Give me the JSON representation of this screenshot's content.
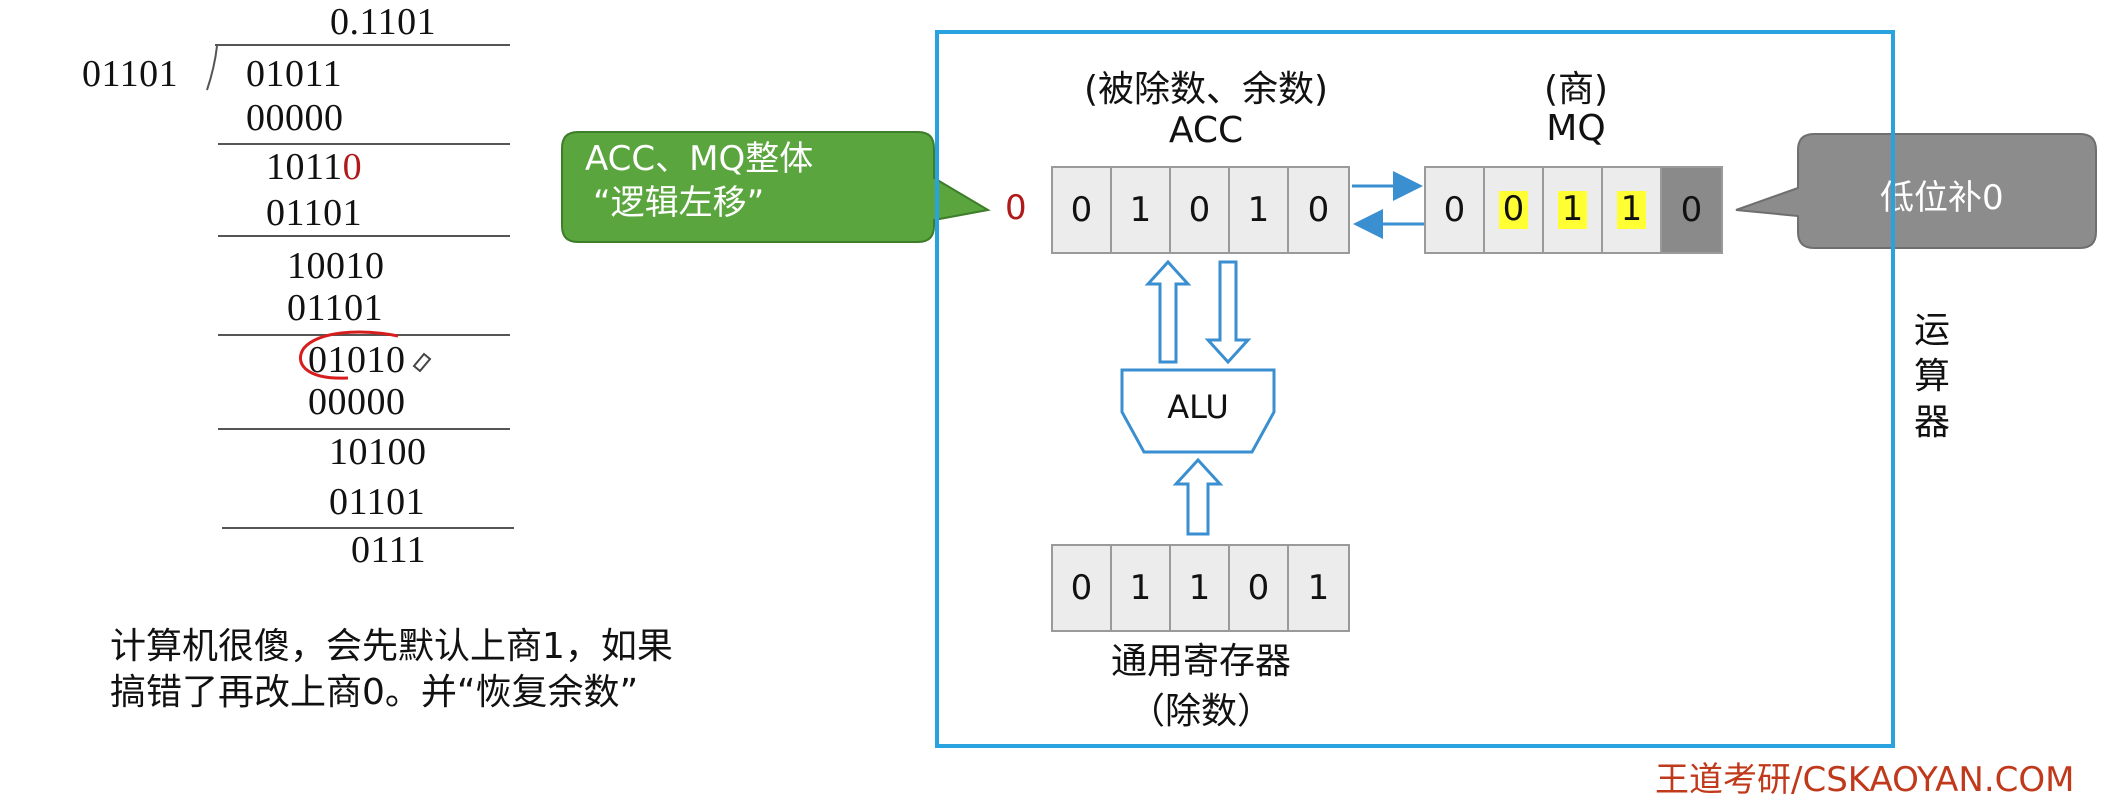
{
  "division": {
    "quotient": "0.1101",
    "divisor": "01101",
    "lines": [
      {
        "text": "01011"
      },
      {
        "text": "00000"
      },
      {
        "text": "1011",
        "red": "0"
      },
      {
        "text": "01101"
      },
      {
        "text": "10010"
      },
      {
        "text": "01101"
      },
      {
        "text": "01010"
      },
      {
        "text": "00000"
      },
      {
        "text": "10100"
      },
      {
        "text": "01101"
      },
      {
        "text": "0111"
      }
    ]
  },
  "note": {
    "line1": "计算机很傻，会先默认上商1，如果",
    "line2": "搞错了再改上商0。并“恢复余数”"
  },
  "callouts": {
    "left_line1": "ACC、MQ整体",
    "left_line2": "“逻辑左移”",
    "right": "低位补0"
  },
  "acc": {
    "caption": "(被除数、余数)",
    "name": "ACC",
    "shifted_bit": "0",
    "bits": [
      "0",
      "1",
      "0",
      "1",
      "0"
    ]
  },
  "mq": {
    "caption": "(商)",
    "name": "MQ",
    "bits": [
      "0",
      "0",
      "1",
      "1",
      "0"
    ],
    "highlighted": [
      1,
      2,
      3
    ],
    "dark": [
      4
    ]
  },
  "alu": {
    "label": "ALU"
  },
  "gpr": {
    "bits": [
      "0",
      "1",
      "1",
      "0",
      "1"
    ],
    "name": "通用寄存器",
    "caption": "（除数）"
  },
  "unit_label": "运算器",
  "watermark": "王道考研/CSKAOYAN.COM",
  "colors": {
    "frame": "#29a3e0",
    "arrow": "#3a8fd0",
    "green_callout": "#5aa53e",
    "gray_callout": "#8c8c8c",
    "highlight": "#ffff33",
    "red": "#b01a1a",
    "watermark": "#c0391b"
  }
}
